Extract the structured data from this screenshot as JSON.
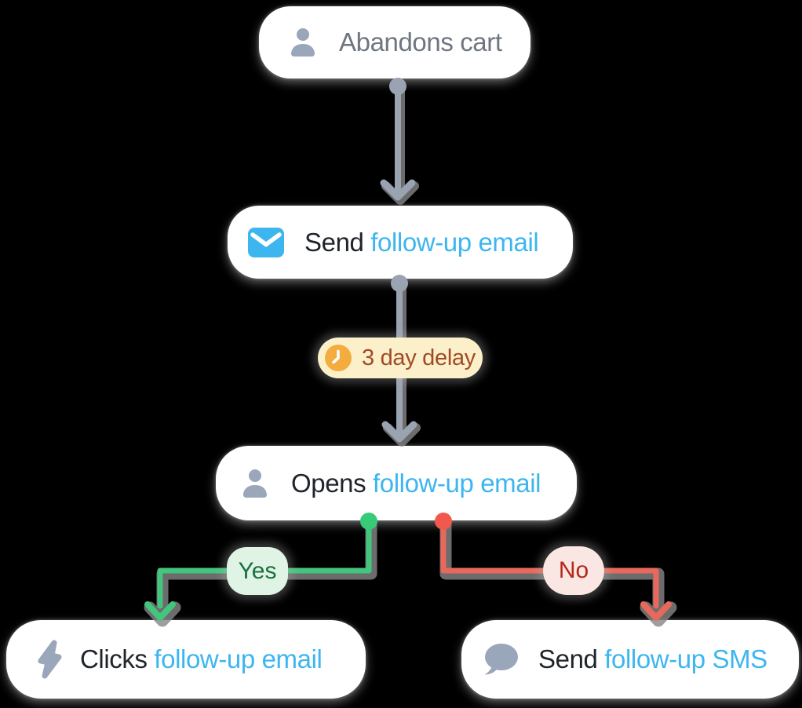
{
  "nodes": [
    {
      "name": "abandons-cart",
      "icon": "person-icon",
      "parts": [
        {
          "text": "Abandons cart",
          "style": "muted"
        }
      ]
    },
    {
      "name": "send-followup-email",
      "icon": "email-icon",
      "parts": [
        {
          "text": "Send ",
          "style": "dark"
        },
        {
          "text": "follow-up email",
          "style": "accent"
        }
      ]
    },
    {
      "name": "opens-followup-email",
      "icon": "person-icon",
      "parts": [
        {
          "text": "Opens ",
          "style": "dark"
        },
        {
          "text": "follow-up email",
          "style": "accent"
        }
      ]
    },
    {
      "name": "clicks-followup-email",
      "icon": "lightning-icon",
      "parts": [
        {
          "text": "Clicks ",
          "style": "dark"
        },
        {
          "text": "follow-up email",
          "style": "accent"
        }
      ]
    },
    {
      "name": "send-followup-sms",
      "icon": "chat-bubble-icon",
      "parts": [
        {
          "text": "Send ",
          "style": "dark"
        },
        {
          "text": "follow-up SMS",
          "style": "accent"
        }
      ]
    }
  ],
  "badges": {
    "delay": {
      "text": "3 day delay",
      "icon": "clock-icon"
    },
    "yes": {
      "text": "Yes"
    },
    "no": {
      "text": "No"
    }
  },
  "edges": [
    {
      "from": "abandons-cart",
      "to": "send-followup-email",
      "label": "",
      "color": "#9AA3B2"
    },
    {
      "from": "send-followup-email",
      "to": "opens-followup-email",
      "label": "3 day delay",
      "color": "#9AA3B2"
    },
    {
      "from": "opens-followup-email",
      "to": "clicks-followup-email",
      "label": "Yes",
      "color": "#44C57E"
    },
    {
      "from": "opens-followup-email",
      "to": "send-followup-sms",
      "label": "No",
      "color": "#E8695C"
    }
  ],
  "colors": {
    "background": "#000000",
    "card_bg": "#FFFFFF",
    "accent_blue": "#3DB6EF",
    "muted_text": "#6F7680",
    "dark_text": "#20242B",
    "icon_gray": "#9AA6BA",
    "connector_gray": "#9AA3B2",
    "green_line": "#44C57E",
    "green_dot": "#37CB78",
    "yes_bg": "#E0F4E6",
    "yes_text": "#1A6F3E",
    "red_line": "#E8695C",
    "red_dot": "#F1594D",
    "no_bg": "#FAE6E2",
    "no_text": "#B5261B",
    "delay_bg": "#FBF0CA",
    "delay_text": "#A04B26",
    "clock_orange": "#F4AC3E"
  }
}
